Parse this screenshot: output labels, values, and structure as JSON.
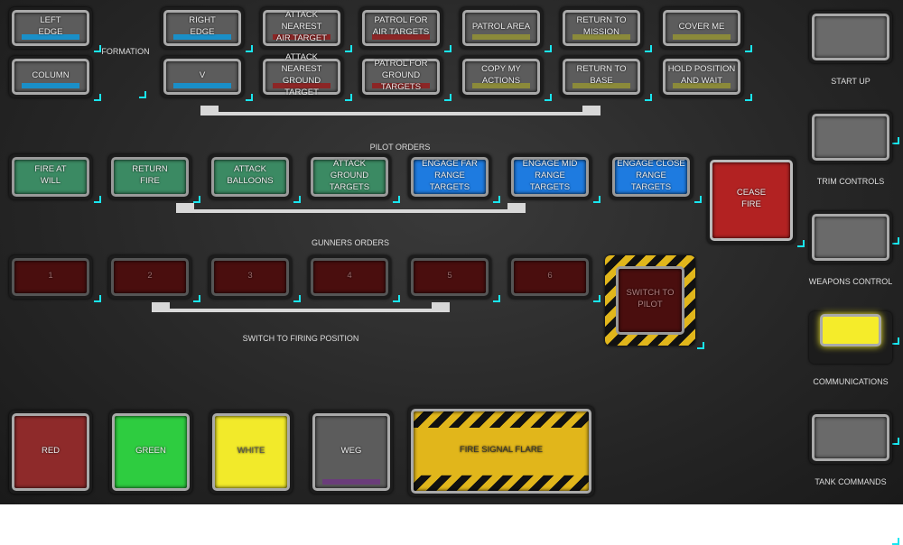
{
  "colors": {
    "blue": "#1a8fc8",
    "red": "#8c2626",
    "olive": "#8b8a3a",
    "green": "#3b8a63",
    "engage_blue": "#1e7be0",
    "gunner": "#4a0e0e",
    "cease": "#b22222",
    "accent": "#19e6f0"
  },
  "formation": {
    "label": "FORMATION",
    "buttons": [
      {
        "label": "LEFT\nEDGE",
        "bar": "blue"
      },
      {
        "label": "COLUMN",
        "bar": "blue"
      },
      {
        "label": "RIGHT\nEDGE",
        "bar": "blue"
      },
      {
        "label": "V",
        "bar": "blue"
      }
    ]
  },
  "commands": [
    {
      "label": "ATTACK NEAREST\nAIR TARGET",
      "bar": "red"
    },
    {
      "label": "PATROL FOR\nAIR TARGETS",
      "bar": "red"
    },
    {
      "label": "PATROL AREA",
      "bar": "olive"
    },
    {
      "label": "RETURN TO\nMISSION",
      "bar": "olive"
    },
    {
      "label": "COVER ME",
      "bar": "olive"
    },
    {
      "label": "ATTACK NEAREST\nGROUND TARGET",
      "bar": "red"
    },
    {
      "label": "PATROL FOR\nGROUND TARGETS",
      "bar": "red"
    },
    {
      "label": "COPY MY\nACTIONS",
      "bar": "olive"
    },
    {
      "label": "RETURN TO\nBASE",
      "bar": "olive"
    },
    {
      "label": "HOLD POSITION\nAND WAIT",
      "bar": "olive"
    }
  ],
  "pilot_orders": {
    "label": "PILOT ORDERS",
    "buttons": [
      {
        "label": "FIRE AT\nWILL",
        "color": "green"
      },
      {
        "label": "RETURN\nFIRE",
        "color": "green"
      },
      {
        "label": "ATTACK\nBALLOONS",
        "color": "green"
      },
      {
        "label": "ATTACK GROUND\nTARGETS",
        "color": "green"
      },
      {
        "label": "ENGAGE FAR\nRANGE TARGETS",
        "color": "engage_blue"
      },
      {
        "label": "ENGAGE MID\nRANGE TARGETS",
        "color": "engage_blue"
      },
      {
        "label": "ENGAGE CLOSE\nRANGE TARGETS",
        "color": "engage_blue"
      }
    ]
  },
  "cease_fire": "CEASE\nFIRE",
  "gunners_orders": {
    "label": "GUNNERS ORDERS",
    "buttons": [
      "1",
      "2",
      "3",
      "4",
      "5",
      "6"
    ]
  },
  "switch_to_pilot": "SWITCH TO\nPILOT",
  "switch_to_firing_position": "SWITCH TO FIRING POSITION",
  "flares": [
    {
      "label": "RED",
      "color": "#8e2a2a"
    },
    {
      "label": "GREEN",
      "color": "#2ecc40"
    },
    {
      "label": "WHITE",
      "color": "#f2ea2a"
    },
    {
      "label": "WEG",
      "color": "#5c5c5c",
      "bar": "#6a3d7a"
    }
  ],
  "fire_signal_flare": "FIRE SIGNAL FLARE",
  "systems": [
    {
      "label": "START UP"
    },
    {
      "label": "TRIM CONTROLS"
    },
    {
      "label": "WEAPONS CONTROL"
    },
    {
      "label": "COMMUNICATIONS",
      "lit": "#f5ec2a"
    },
    {
      "label": "TANK COMMANDS"
    }
  ]
}
